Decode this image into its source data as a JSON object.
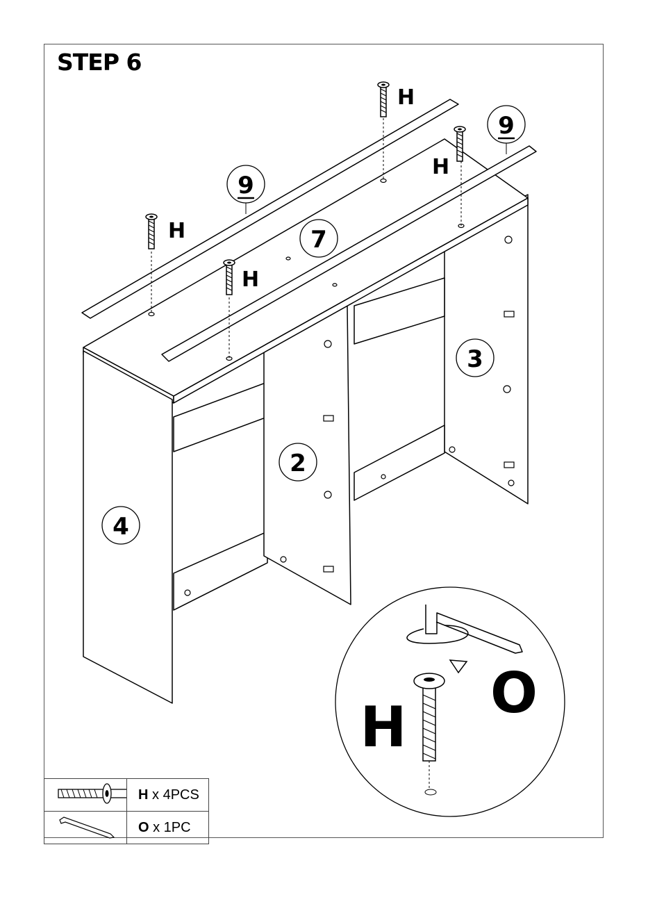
{
  "step_title": "STEP 6",
  "part_labels": {
    "rail_left": "9",
    "rail_right": "9",
    "top_panel": "7",
    "middle_panel": "2",
    "right_panel": "3",
    "left_panel": "4"
  },
  "screw_labels": [
    "H",
    "H",
    "H",
    "H"
  ],
  "detail": {
    "screw_label": "H",
    "tool_label": "O"
  },
  "parts_list": [
    {
      "code": "H",
      "qty": "x 4PCS",
      "icon": "screw-icon"
    },
    {
      "code": "O",
      "qty": "x 1PC",
      "icon": "allen-key-icon"
    }
  ]
}
